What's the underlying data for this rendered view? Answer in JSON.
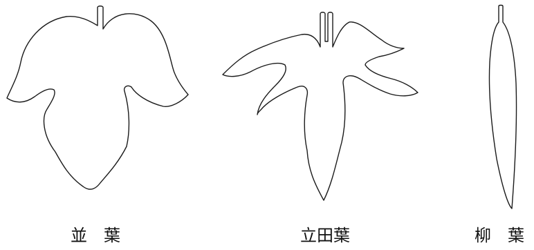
{
  "figure": {
    "leaves": [
      {
        "caption": "並　葉"
      },
      {
        "caption": "立田葉"
      },
      {
        "caption": "柳　葉"
      }
    ],
    "colors": {
      "outline": "#1a1a1a",
      "background": "#ffffff",
      "caption": "#111111"
    }
  }
}
